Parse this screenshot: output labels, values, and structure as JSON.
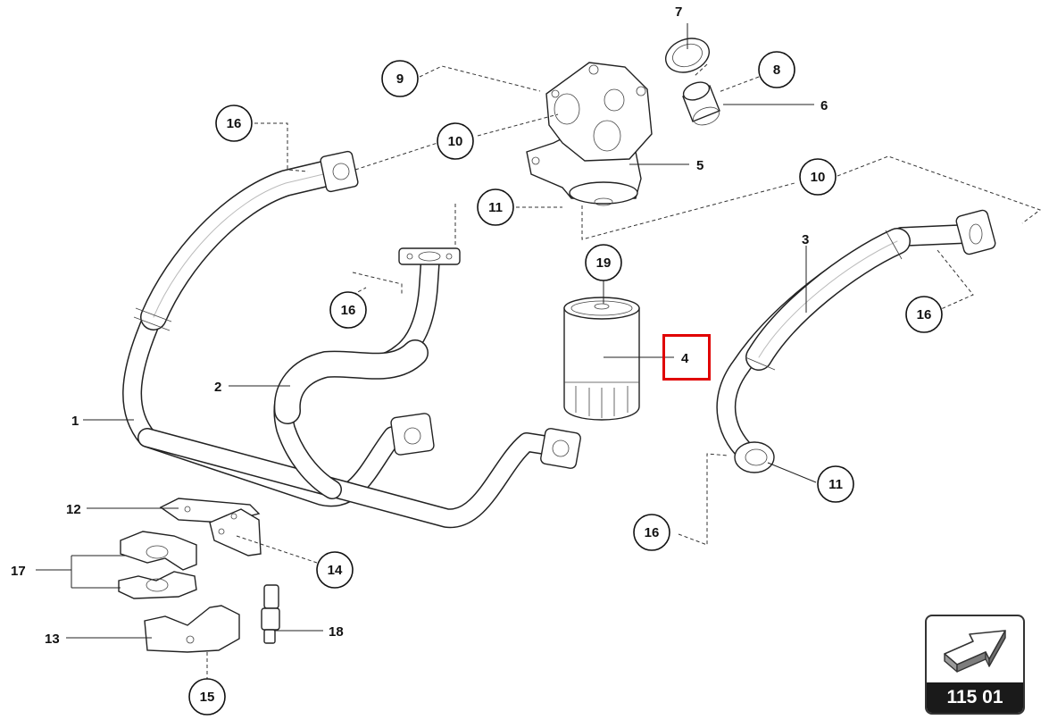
{
  "diagram": {
    "callouts": [
      {
        "id": "c7",
        "text": "7"
      },
      {
        "id": "c9",
        "text": "9"
      },
      {
        "id": "c8",
        "text": "8"
      },
      {
        "id": "c6",
        "text": "6"
      },
      {
        "id": "c16a",
        "text": "16"
      },
      {
        "id": "c10a",
        "text": "10"
      },
      {
        "id": "c5",
        "text": "5"
      },
      {
        "id": "c10b",
        "text": "10"
      },
      {
        "id": "c11a",
        "text": "11"
      },
      {
        "id": "c3",
        "text": "3"
      },
      {
        "id": "c19",
        "text": "19"
      },
      {
        "id": "c16b",
        "text": "16"
      },
      {
        "id": "c16c",
        "text": "16"
      },
      {
        "id": "c4",
        "text": "4"
      },
      {
        "id": "c2",
        "text": "2"
      },
      {
        "id": "c1",
        "text": "1"
      },
      {
        "id": "c11b",
        "text": "11"
      },
      {
        "id": "c12",
        "text": "12"
      },
      {
        "id": "c16d",
        "text": "16"
      },
      {
        "id": "c17",
        "text": "17"
      },
      {
        "id": "c14",
        "text": "14"
      },
      {
        "id": "c18",
        "text": "18"
      },
      {
        "id": "c13",
        "text": "13"
      },
      {
        "id": "c15",
        "text": "15"
      }
    ],
    "highlighted_callout": "4"
  },
  "page_reference": {
    "number": "115 01",
    "icon": "arrow-right-icon"
  },
  "colors": {
    "highlight": "#e00000",
    "line": "#222222",
    "badge_bg": "#1a1a1a"
  }
}
